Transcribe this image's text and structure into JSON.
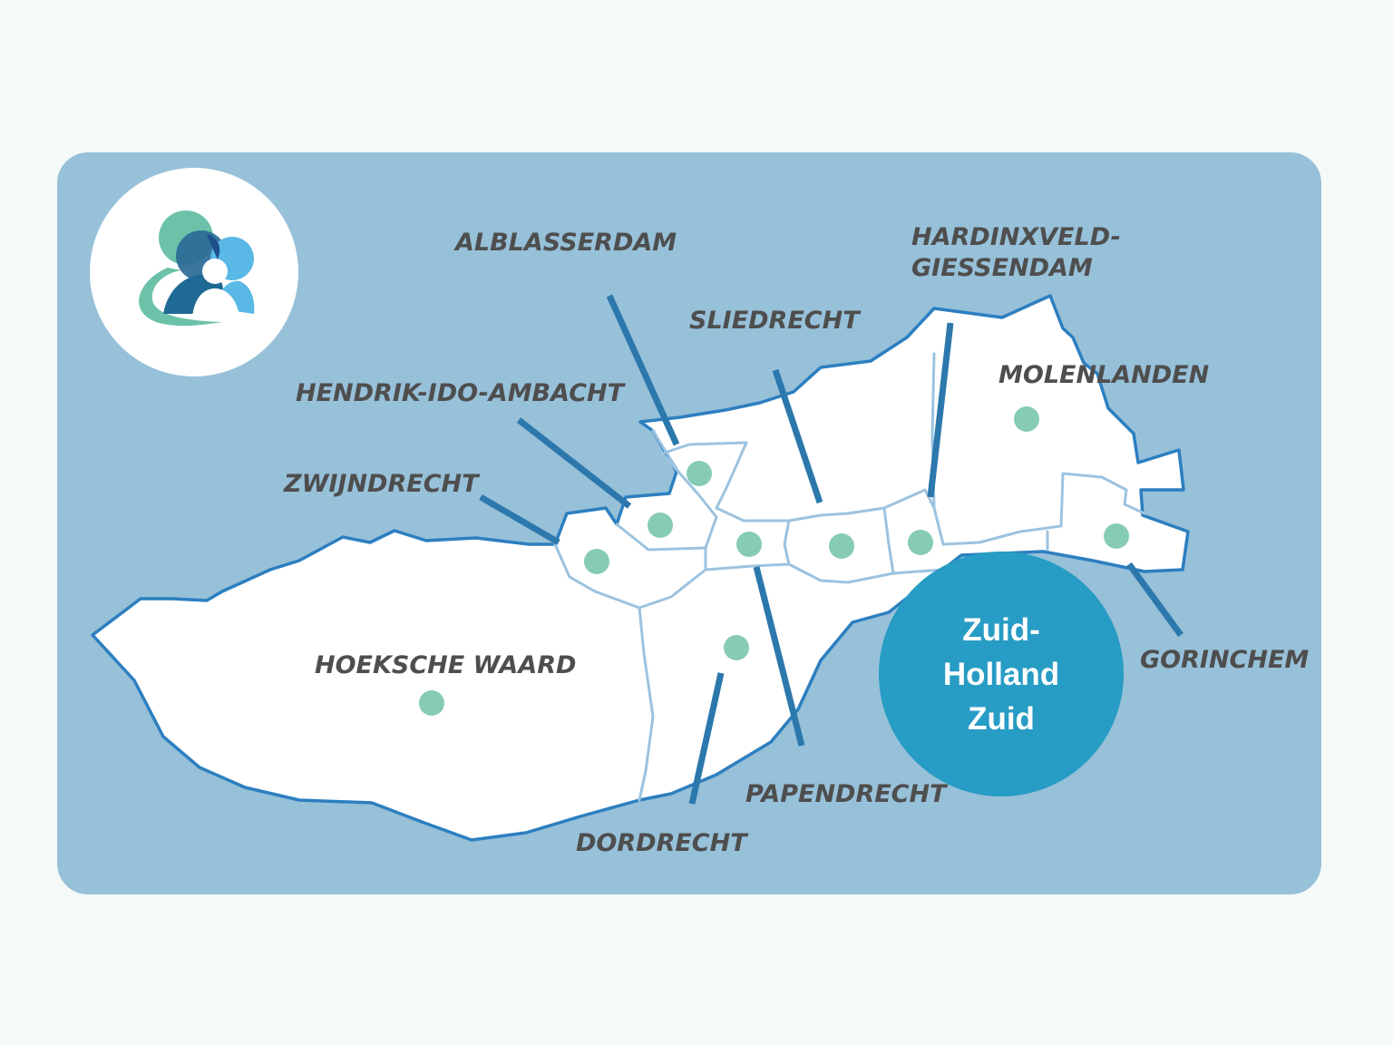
{
  "map": {
    "badge": {
      "lines": [
        "Zuid-",
        "Holland",
        "Zuid"
      ],
      "color": "#279cc4"
    },
    "municipalities": [
      {
        "id": "alblasserdam",
        "label": "ALBLASSERDAM"
      },
      {
        "id": "hardinxveld",
        "label_lines": [
          "HARDINXVELD-",
          "GIESSENDAM"
        ]
      },
      {
        "id": "sliedrecht",
        "label": "SLIEDRECHT"
      },
      {
        "id": "molenlanden",
        "label": "MOLENLANDEN"
      },
      {
        "id": "hendrik",
        "label": "HENDRIK-IDO-AMBACHT"
      },
      {
        "id": "zwijndrecht",
        "label": "ZWIJNDRECHT"
      },
      {
        "id": "hoeksche",
        "label": "HOEKSCHE WAARD"
      },
      {
        "id": "gorinchem",
        "label": "GORINCHEM"
      },
      {
        "id": "papendrecht",
        "label": "PAPENDRECHT"
      },
      {
        "id": "dordrecht",
        "label": "DORDRECHT"
      }
    ],
    "colors": {
      "card_background": "#97c0d9",
      "land": "#ffffff",
      "coastline": "#2c7fc0",
      "municipal_border": "#9cc3e0",
      "leader_line": "#2c78ad",
      "marker_dot": "#86cbb6",
      "label_text": "#4e4e4e"
    },
    "logo": {
      "icon": "people-group-logo-icon",
      "colors": [
        "#6cc2a9",
        "#2a6a96",
        "#5ab8e6",
        "#1f4f8c"
      ]
    }
  }
}
